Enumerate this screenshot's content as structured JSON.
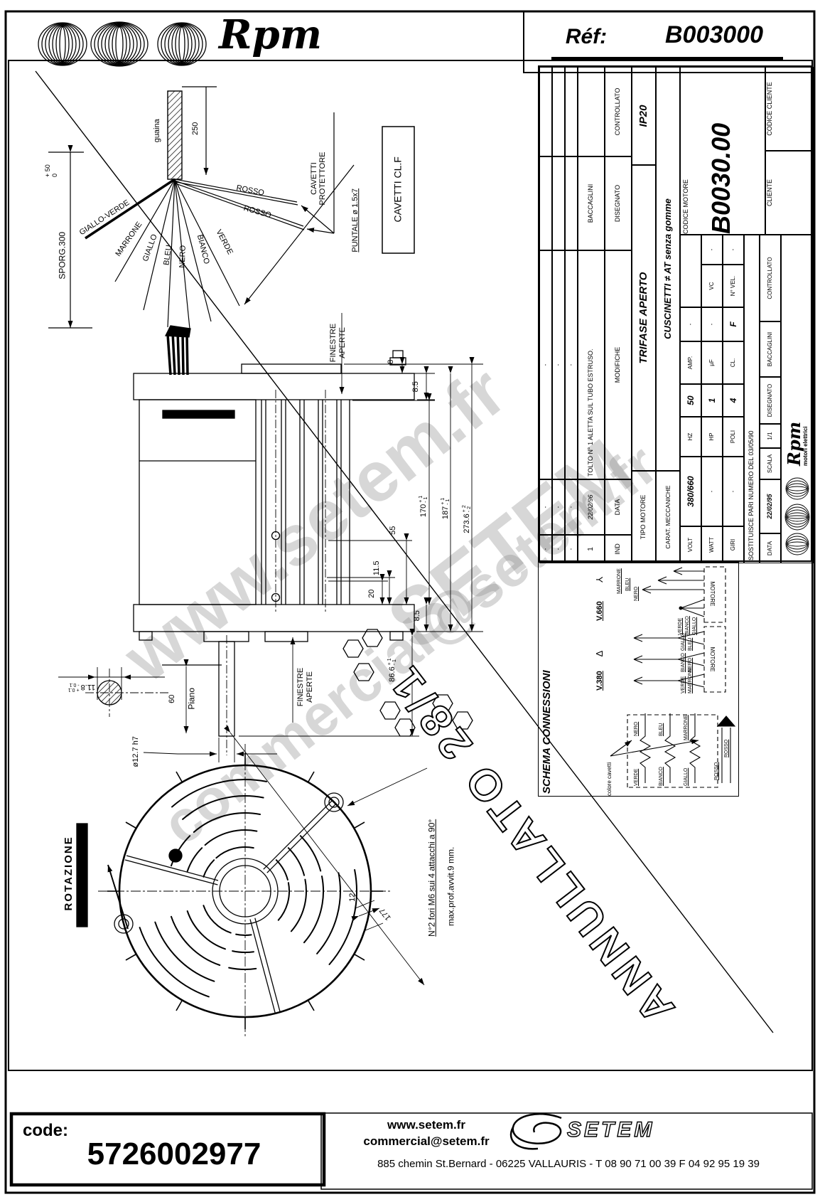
{
  "header": {
    "brand": "Rpm",
    "ref_label": "Réf:",
    "ref_value": "B003000"
  },
  "cable": {
    "sheath": "guaina",
    "dim250": "250",
    "sporg": "SPORG.300",
    "sporg_tp": "+ 50",
    "sporg_tm": "0",
    "wires": [
      "GIALLO-VERDE",
      "MARRONE",
      "GIALLO",
      "BLEU",
      "NERO",
      "BIANCO",
      "VERDE",
      "ROSSO",
      "ROSSO"
    ],
    "prot1": "CAVETTI",
    "prot2": "PROTETTORE",
    "puntale": "PUNTALE ø 1.5x7",
    "clf": "CAVETTI CL.F"
  },
  "side": {
    "fin1": "FINESTRE",
    "fin2": "APERTE",
    "d8": "8",
    "d85": "8.5",
    "d170": "170",
    "d170tp": "+ 1",
    "d170tm": "- 1",
    "d187": "187",
    "d187tp": "+ 1",
    "d187tm": "- 1",
    "d2736": "273.6",
    "d2736tp": "+ 2",
    "d2736tm": "- 2",
    "d115": "11.5",
    "d55": "55",
    "d20": "20",
    "d85b": "8.5",
    "d866": "86.6",
    "d866tp": "+ 1",
    "d866tm": "- 1",
    "d60": "60",
    "piano": "Piano",
    "d118": "11.8",
    "d118tp": "+ 0.1",
    "d118tm": "- 0.1",
    "shaft": "ø12.7 h7"
  },
  "front": {
    "rotazione": "ROTAZIONE",
    "d12": "12",
    "d177": "177",
    "note1": "N°2 fori M6 sui 4 attacchi a 90°",
    "note2": "max.prof.avvit.9 mm."
  },
  "title_block": {
    "mod_rows": [
      [
        "-",
        "-",
        "-"
      ],
      [
        "-",
        "-",
        "-"
      ],
      [
        "-",
        "-",
        "-"
      ]
    ],
    "mod_entry": {
      "ind": "1",
      "date": "22/02/96",
      "desc": "TOLTO N° 1 ALETTA SUL TUBO ESTRUSO."
    },
    "mod_head": {
      "ind": "IND",
      "date": "DATA",
      "desc": "MODIFICHE"
    },
    "appr": {
      "value": "BACCAGLINI",
      "l1": "DISEGNATO",
      "l2": "CONTROLLATO",
      "ip": "IP20"
    },
    "tipo_l": "TIPO MOTORE",
    "tipo_v": "TRIFASE APERTO",
    "carat_l": "CARAT. MECCANICHE",
    "carat_v": "CUSCINETTI ≠ AT senza gomme",
    "r1": {
      "l1": "VOLT",
      "v1": "380/660",
      "l2": "HZ",
      "v2": "50",
      "l3": "AMP.",
      "v3": "-"
    },
    "r2": {
      "l1": "WATT",
      "v1": "-",
      "l2": "HP",
      "v2": "1",
      "l3": "µF",
      "v3": "-",
      "l4": "VC",
      "v4": "-"
    },
    "r3": {
      "l1": "GIRI",
      "v1": "-",
      "l2": "POLI",
      "v2": "4",
      "l3": "CL.",
      "v3": "F",
      "l4": "N° VEL.",
      "v4": "-"
    },
    "cm_l": "CODICE MOTORE",
    "cm_v": "B0030.00",
    "cliente": "CLIENTE",
    "cc": "CODICE CLIENTE",
    "logo_brand": "Rpm",
    "logo_sub": "motori elettrici",
    "sost": "SOSTITUISCE PARI NUMERO DEL  03/05/90",
    "data_l": "DATA",
    "data_v": "22/02/95",
    "scala_l": "SCALA",
    "scala_v": "1/1",
    "dis_l": "DISEGNATO",
    "dis_v": "BACCAGLINI",
    "con_l": "CONTROLLATO"
  },
  "schema": {
    "title": "SCHEMA CONNESSIONI",
    "colore": "colore cavetti",
    "motore": "MOTORE",
    "w_left": [
      "VERDE",
      "BIANCO",
      "GIALLO"
    ],
    "w_right": [
      "NERO",
      "BLEU",
      "MARRONE"
    ],
    "rosso": [
      "ROSSO",
      "ROSSO"
    ],
    "v380": {
      "t": "V.380",
      "sym": "∆",
      "pairs": [
        [
          "VERDE",
          "MARRONE"
        ],
        [
          "BIANCO",
          "NERO"
        ],
        [
          "GIALLO",
          "BLEU"
        ]
      ]
    },
    "v660": {
      "t": "V.660",
      "sym": "Y",
      "star": [
        "VERDE",
        "BIANCO",
        "GIALLO"
      ],
      "line": [
        "NERO",
        "BLEU",
        "MARRONE"
      ]
    }
  },
  "annullato": "ANNULLATO 28/1",
  "watermarks": {
    "w1": "www.setem.fr",
    "w2": "SETEM",
    "w3": "commercial@setem.fr"
  },
  "footer": {
    "code_label": "code:",
    "code_value": "5726002977",
    "site": "www.setem.fr",
    "email": "commercial@setem.fr",
    "brand": "SETEM",
    "address": "885 chemin St.Bernard  -  06225 VALLAURIS  -  T 08 90 71 00 39   F 04 92 95 19 39"
  }
}
